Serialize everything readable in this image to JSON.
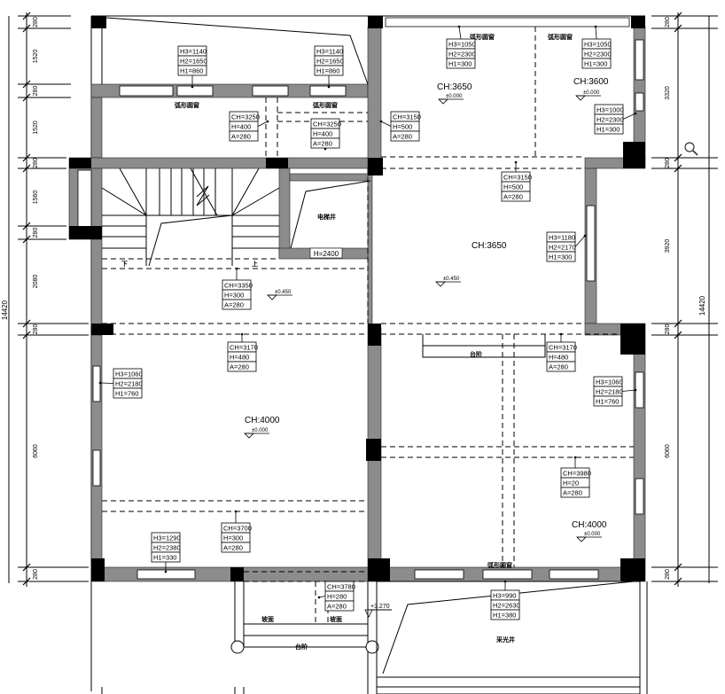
{
  "dimensions": {
    "left": [
      "280",
      "1520",
      "280",
      "1520",
      "280",
      "1560",
      "280",
      "2080",
      "280",
      "6060",
      "280"
    ],
    "left_total": "14420",
    "right": [
      "280",
      "3320",
      "280",
      "3920",
      "280",
      "6060",
      "280"
    ],
    "right_total": "14420"
  },
  "rooms": {
    "upper_right_a_ch": "CH:3650",
    "upper_right_a_level": "±0.000",
    "upper_right_b_ch": "CH:3600",
    "upper_right_b_level": "±0.000",
    "middle_right_ch": "CH:3650",
    "middle_right_level": "±0.450",
    "stair_hall_level": "±0.450",
    "lower_left_ch": "CH:4000",
    "lower_left_level": "±0.000",
    "lower_right_ch": "CH:4000",
    "lower_right_level": "±0.000"
  },
  "labels": {
    "arc_window": "弧形圆窗",
    "elevator_shaft": "电梯井",
    "elevator_h": "H=2400",
    "stair_down": "下",
    "stair_up": "上",
    "steps": "台阶",
    "slope": "坡面",
    "light_well": "采光井",
    "porch_level": "+3.270"
  },
  "tags": [
    [
      "H3=1140",
      "H2=1650",
      "H1=860"
    ],
    [
      "H3=1140",
      "H2=1650",
      "H1=860"
    ],
    [
      "CH=3250",
      "H=400",
      "A=280"
    ],
    [
      "CH=3250",
      "H=400",
      "A=280"
    ],
    [
      "CH=3150",
      "H=500",
      "A=280"
    ],
    [
      "H3=1050",
      "H2=2300",
      "H1=300"
    ],
    [
      "H3=1050",
      "H2=2300",
      "H1=300"
    ],
    [
      "H3=1000",
      "H2=2300",
      "H1=300"
    ],
    [
      "CH=3150",
      "H=500",
      "A=280"
    ],
    [
      "H3=1180",
      "H2=2170",
      "H1=300"
    ],
    [
      "CH=3350",
      "H=300",
      "A=280"
    ],
    [
      "CH=3170",
      "H=480",
      "A=280"
    ],
    [
      "H3=1060",
      "H2=2180",
      "H1=760"
    ],
    [
      "CH=3170",
      "H=480",
      "A=280"
    ],
    [
      "H3=1060",
      "H2=2180",
      "H1=760"
    ],
    [
      "CH=3980",
      "H=20",
      "A=280"
    ],
    [
      "CH=3700",
      "H=300",
      "A=280"
    ],
    [
      "H3=1290",
      "H2=2380",
      "H1=330"
    ],
    [
      "CH=3780",
      "H=280",
      "A=280"
    ],
    [
      "H3=990",
      "H2=2630",
      "H1=380"
    ]
  ],
  "icons": {
    "zoom": "magnifier-icon"
  }
}
